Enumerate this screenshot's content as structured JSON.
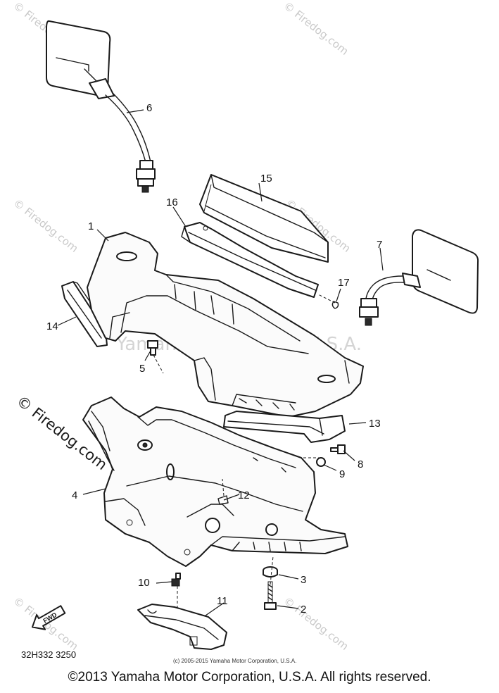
{
  "watermarks": {
    "site": "© Firedog.com",
    "center": "Yamaha Motor Corp. U.S.A."
  },
  "callouts": [
    {
      "num": "1",
      "part": "cowling-body"
    },
    {
      "num": "2",
      "part": "bolt"
    },
    {
      "num": "3",
      "part": "washer"
    },
    {
      "num": "4",
      "part": "lower-cowling"
    },
    {
      "num": "5",
      "part": "screw"
    },
    {
      "num": "6",
      "part": "left-mirror"
    },
    {
      "num": "7",
      "part": "right-mirror"
    },
    {
      "num": "8",
      "part": "screw"
    },
    {
      "num": "9",
      "part": "nut"
    },
    {
      "num": "10",
      "part": "screw"
    },
    {
      "num": "11",
      "part": "bracket"
    },
    {
      "num": "12",
      "part": "clip"
    },
    {
      "num": "13",
      "part": "right-handle-cover"
    },
    {
      "num": "14",
      "part": "left-handle-cover"
    },
    {
      "num": "15",
      "part": "panel"
    },
    {
      "num": "16",
      "part": "panel-bracket"
    },
    {
      "num": "17",
      "part": "clip"
    }
  ],
  "fwd_label": "FWD",
  "figure_code": "32H332 3250",
  "small_copyright": "(c) 2005-2015 Yamaha Motor Corporation, U.S.A.",
  "copyright": "©2013 Yamaha Motor Corporation, U.S.A. All rights reserved."
}
